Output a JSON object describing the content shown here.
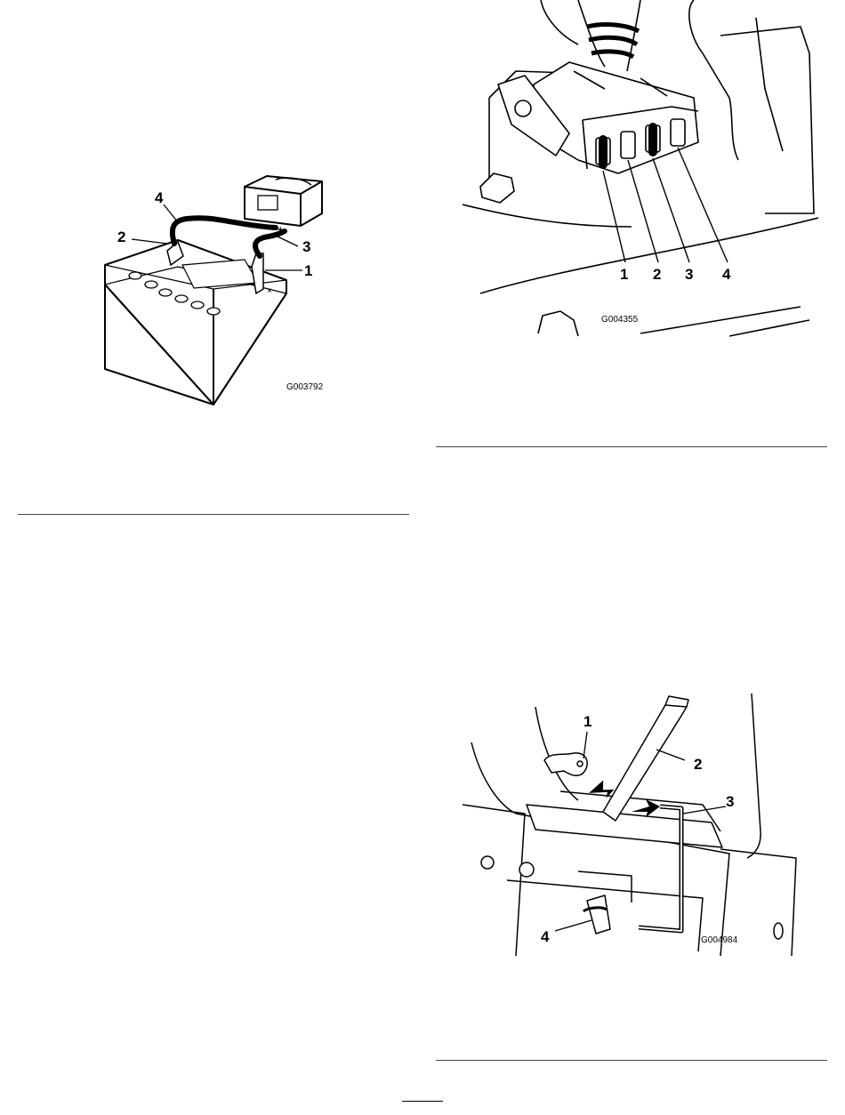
{
  "figures": {
    "battery": {
      "callouts": [
        "1",
        "2",
        "3",
        "4"
      ],
      "code": "G003792",
      "terminal_pos": "+",
      "terminal_neg": "−",
      "terminal_x": "×"
    },
    "connector": {
      "callouts": [
        "1",
        "2",
        "3",
        "4"
      ],
      "code": "G004355"
    },
    "rod": {
      "callouts": [
        "1",
        "2",
        "3",
        "4"
      ],
      "code": "G004984"
    }
  }
}
